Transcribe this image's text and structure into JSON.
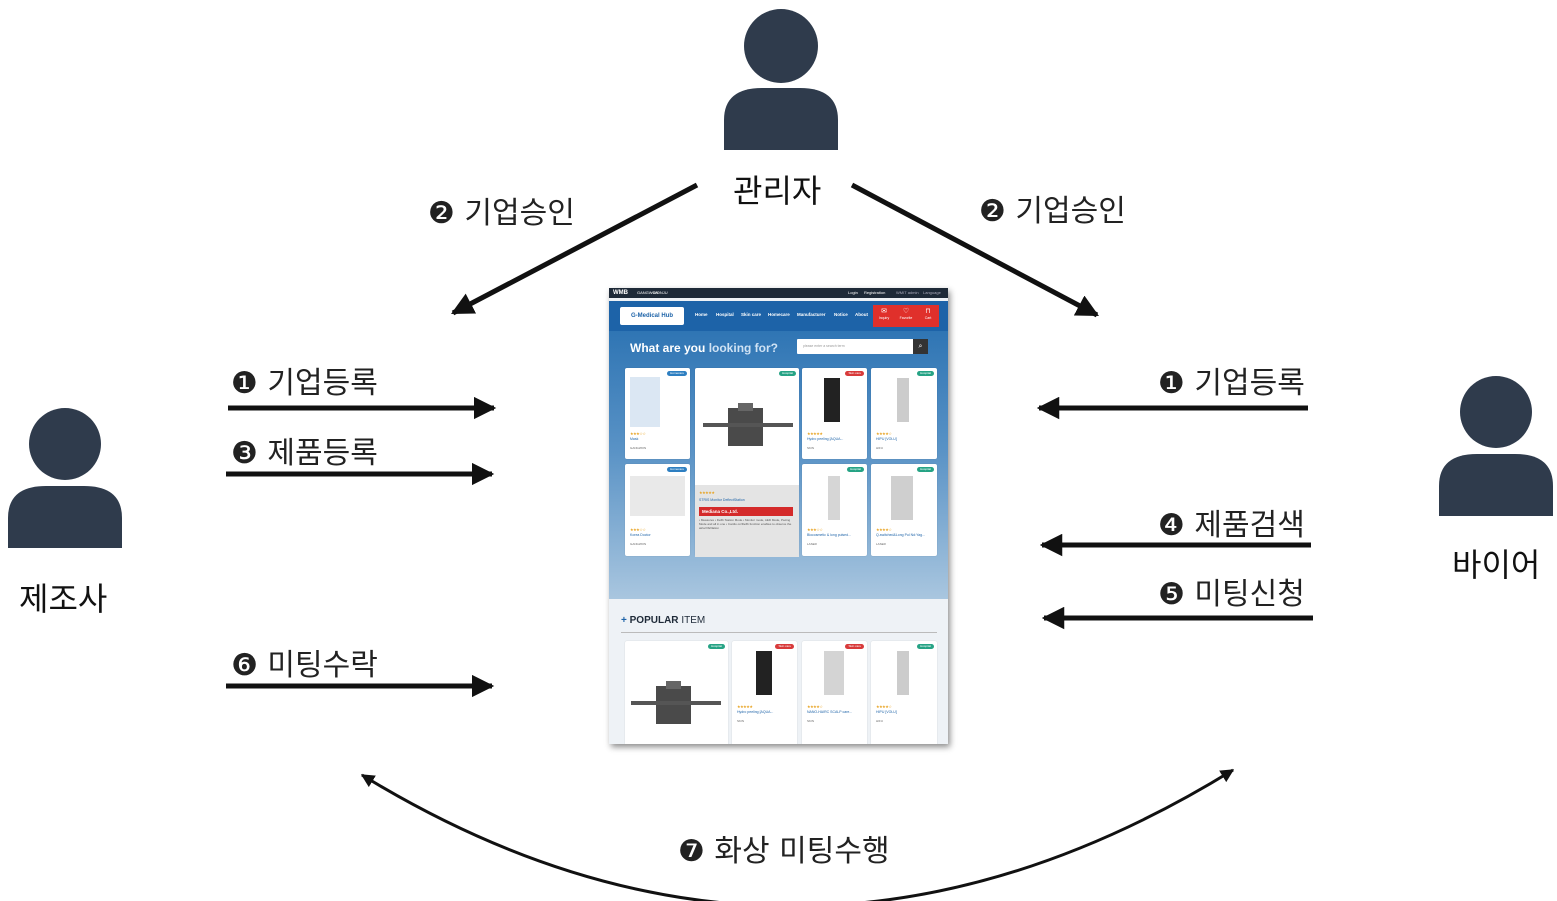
{
  "actors": {
    "admin": {
      "label": "관리자",
      "icon": "person-icon"
    },
    "manufacturer": {
      "label": "제조사",
      "icon": "person-icon"
    },
    "buyer": {
      "label": "바이어",
      "icon": "person-icon"
    }
  },
  "steps": {
    "approve_left": "❷ 기업승인",
    "approve_right": "❷ 기업승인",
    "register_company_left": "❶ 기업등록",
    "register_product": "❸ 제품등록",
    "accept_meeting": "❻ 미팅수락",
    "register_company_right": "❶ 기업등록",
    "search_product": "❹ 제품검색",
    "request_meeting": "❺ 미팅신청",
    "video_meeting": "❼ 화상 미팅수행"
  },
  "colors": {
    "actor": "#2f3b4c",
    "arrow": "#111111",
    "nav_blue": "#1d63a8",
    "nav_red": "#e0302b"
  },
  "website": {
    "topbar": {
      "logo": "WMB",
      "link1": "GANGWON",
      "link2": "WONJU",
      "login": "Login",
      "registration": "Registration",
      "company": "WMIT admin",
      "language": "Language"
    },
    "logo": "G-Medical Hub",
    "nav": [
      "Home",
      "Hospital",
      "Skin care",
      "Homecare",
      "Manufacturer",
      "Notice",
      "About"
    ],
    "nav_actions": [
      "Inquiry",
      "Favorite",
      "Cart"
    ],
    "hero_title_part1": "What are you ",
    "hero_title_part2": "looking for?",
    "search_placeholder": "please enter a search term",
    "cards": [
      {
        "badge": "Homecare",
        "name": "Mask",
        "category": "GANGWON"
      },
      {
        "badge": "Hospital",
        "name": "",
        "category": ""
      },
      {
        "badge": "Skin care",
        "name": "Hydro peeling [AQUA...",
        "category": "SKIN"
      },
      {
        "badge": "Hospital",
        "name": "HIPU [VOLU]",
        "category": "HIFU"
      },
      {
        "badge": "Homecare",
        "name": "Korea Doctor",
        "category": "GANGWON"
      },
      {
        "badge": "Hospital",
        "name": "Biocosmetic & long pulsed...",
        "category": "LASER"
      },
      {
        "badge": "Hospital",
        "name": "Q-switched&Long Pul Nd:Yag...",
        "category": "LASER"
      }
    ],
    "featured": {
      "name": "STRIS Monitor DeflectStation",
      "company": "Mediana Co.,Ltd.",
      "desc": "• Measures • Defib Station Mode • Monitor mode, AED Mode, Pacing Mode and all in one • Cardio on/Defib function enables to observe the atrial fibrillation"
    },
    "popular_title_bold": "POPULAR",
    "popular_title_thin": "ITEM",
    "popular_cards": [
      {
        "badge": "Hospital",
        "name": "",
        "category": ""
      },
      {
        "badge": "Skin care",
        "name": "Hydro peeling [AQUA...",
        "category": "SKIN"
      },
      {
        "badge": "Skin care",
        "name": "NANO-HAIRC SCALP care...",
        "category": "SKIN"
      },
      {
        "badge": "Hospital",
        "name": "HIPU [VOLU]",
        "category": "HIFU"
      }
    ]
  }
}
